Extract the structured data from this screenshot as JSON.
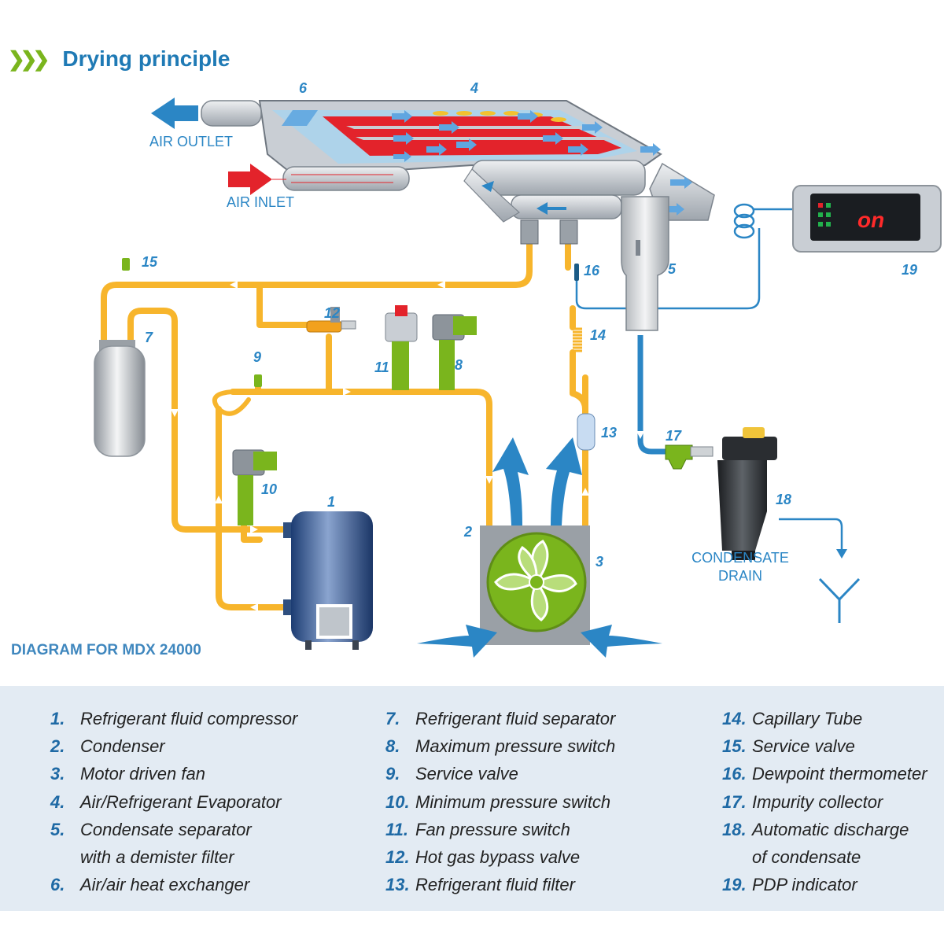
{
  "header": {
    "chevrons": "❯❯❯",
    "title": "Drying principle"
  },
  "subtitle": "DIAGRAM FOR MDX 24000",
  "labels": {
    "air_outlet": "AIR OUTLET",
    "air_inlet": "AIR INLET",
    "condensate_drain_1": "CONDENSATE",
    "condensate_drain_2": "DRAIN",
    "display_value": "on"
  },
  "numbers": {
    "n1": "1",
    "n2": "2",
    "n3": "3",
    "n4": "4",
    "n5": "5",
    "n6": "6",
    "n7": "7",
    "n8": "8",
    "n9": "9",
    "n10": "10",
    "n11": "11",
    "n12": "12",
    "n13": "13",
    "n14": "14",
    "n15": "15",
    "n16": "16",
    "n17": "17",
    "n18": "18",
    "n19": "19"
  },
  "legend": {
    "col1": [
      {
        "num": "1.",
        "text": "Refrigerant fluid compressor"
      },
      {
        "num": "2.",
        "text": "Condenser"
      },
      {
        "num": "3.",
        "text": "Motor driven fan"
      },
      {
        "num": "4.",
        "text": "Air/Refrigerant Evaporator"
      },
      {
        "num": "5.",
        "text": "Condensate separator",
        "cont": "with a demister filter"
      },
      {
        "num": "6.",
        "text": "Air/air heat exchanger"
      }
    ],
    "col2": [
      {
        "num": "7.",
        "text": "Refrigerant fluid separator"
      },
      {
        "num": "8.",
        "text": "Maximum pressure switch"
      },
      {
        "num": "9.",
        "text": "Service valve"
      },
      {
        "num": "10.",
        "text": "Minimum pressure switch"
      },
      {
        "num": "11.",
        "text": "Fan pressure switch"
      },
      {
        "num": "12.",
        "text": "Hot gas bypass valve"
      },
      {
        "num": "13.",
        "text": "Refrigerant fluid filter"
      }
    ],
    "col3": [
      {
        "num": "14.",
        "text": "Capillary Tube"
      },
      {
        "num": "15.",
        "text": "Service valve"
      },
      {
        "num": "16.",
        "text": "Dewpoint thermometer"
      },
      {
        "num": "17.",
        "text": "Impurity collector"
      },
      {
        "num": "18.",
        "text": "Automatic discharge",
        "cont": "of condensate"
      },
      {
        "num": "19.",
        "text": "PDP indicator"
      }
    ]
  },
  "colors": {
    "pipe": "#f7b52c",
    "water": "#2b86c5",
    "accent_green": "#7ab51d",
    "title_blue": "#1f7ab5",
    "hot": "#e3232b",
    "legend_bg": "#e3ebf3"
  }
}
